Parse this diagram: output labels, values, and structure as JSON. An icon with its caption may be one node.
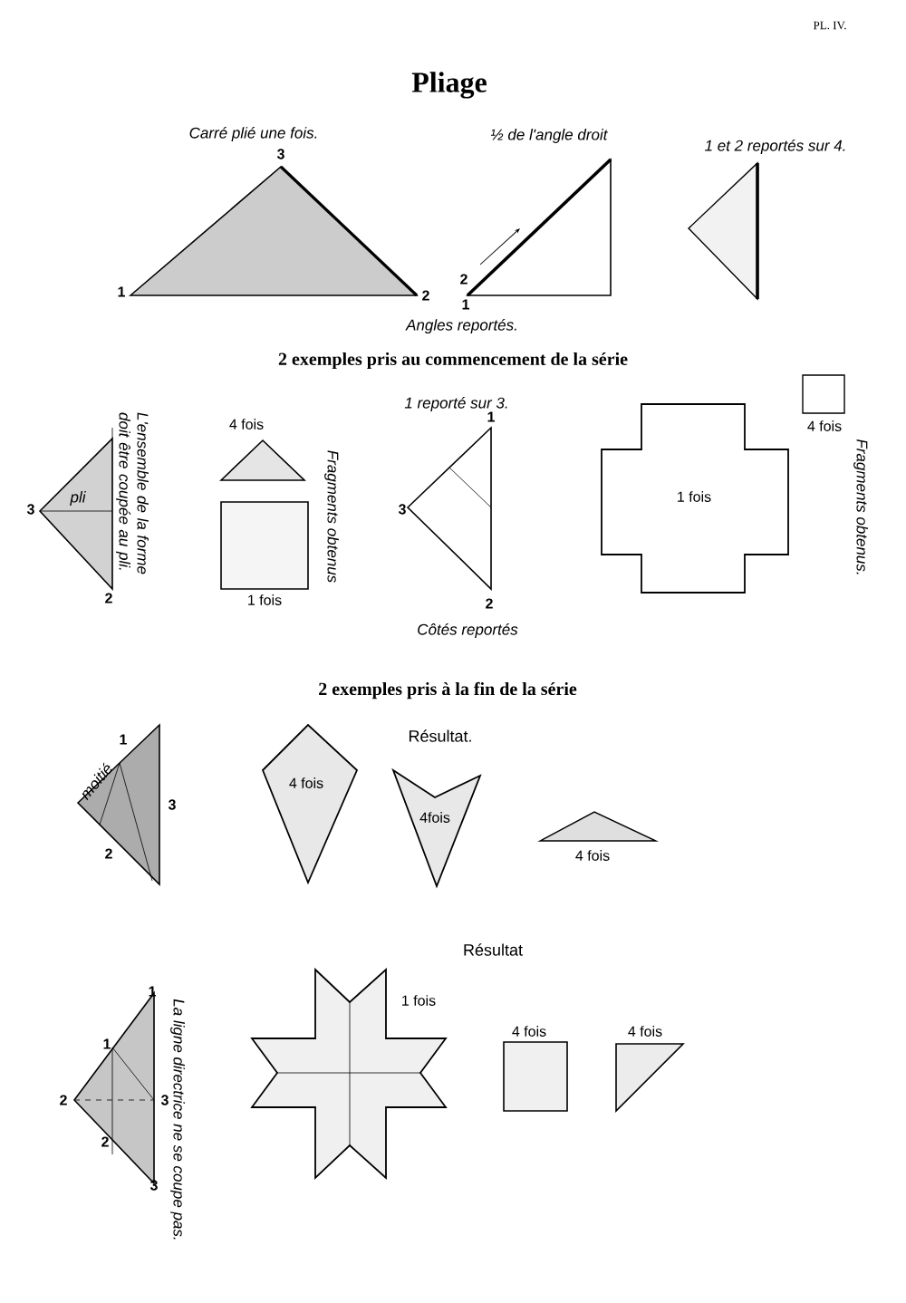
{
  "diagram": {
    "title": "Pliage",
    "nodes": [
      {
        "text": [
          "1 fois"
        ]
      },
      {
        "text": [
          "4 fois"
        ]
      },
      {
        "text": [
          "4fois"
        ]
      }
    ],
    "edges": [],
    "labels": [
      "PL. IV.",
      "Carré plié une fois.",
      "3",
      "1",
      "2",
      "½ de l'angle droit",
      "2",
      "1",
      "1 et 2 reportés sur 4.",
      "Angles reportés.",
      "2 exemples pris au commencement de la série",
      "L'ensemble de la forme doit être coupée au pli.",
      "3",
      "pli",
      "2",
      "4 fois",
      "1 fois",
      "Fragments obtenus",
      "1 reporté sur 3.",
      "1",
      "3",
      "2",
      "Côtés reportés",
      "4 fois",
      "Fragments obtenus.",
      "2 exemples pris à la fin de la série",
      "Résultat.",
      "moitié",
      "1",
      "3",
      "2",
      "4 fois",
      "Résultat",
      "1 fois",
      "4 fois",
      "4 fois",
      "1",
      "1",
      "2",
      "3",
      "2",
      "3",
      "La ligne directrice ne se coupe pas."
    ]
  }
}
